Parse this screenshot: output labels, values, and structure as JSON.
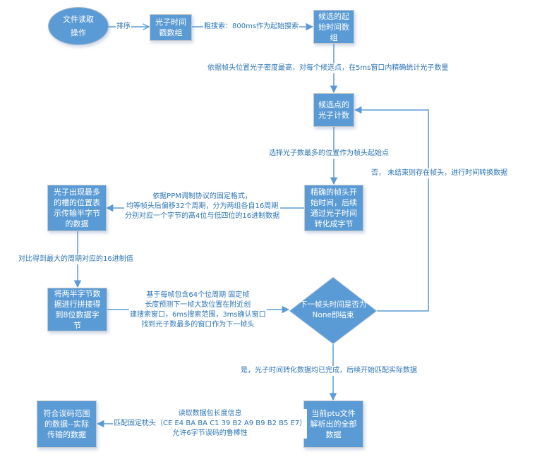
{
  "colors": {
    "node_fill": "#5b9bd5",
    "edge": "#5b9bd5",
    "label_text": "#2e75b6",
    "node_text": "#ffffff"
  },
  "nodes": {
    "start": "文件读取操作",
    "timestamps": "光子时间戳数组",
    "candidates": "候选的起始时间数组",
    "candidate_count": "候选点的光子计数",
    "precise_frame": "精确的帧头开始时间，后续通过光子时间转化成字节",
    "half_byte": "光子出现最多的槽的位置表示传输半字节的数据",
    "byte_concat": "将两半字节数据进行拼接得到8位数据字节",
    "decision": "下一帧头时间是否为None即结束",
    "all_data": "当前ptu文件解析出的全部数据",
    "result": "符合误码范围的数据--实际传输的数据"
  },
  "decision_lines": [
    "下一帧头时间是否为",
    "None即结束"
  ],
  "edge_labels": {
    "sort": "排序",
    "coarse_search": "粗搜索：800ms作为起始搜索",
    "density": "依据帧头位置光子密度最高，对每个候选点，在5ms窗口内精确统计光子数量",
    "select_max": "选择光子数最多的位置作为帧头起始点",
    "no_branch": "否，  未结束则存在帧头，进行时间转换数据",
    "ppm": [
      "依据PPM调制协议的固定格式，",
      "均等帧头后偏移32个周期，分为两组各自16周期",
      "分别对应一个字节的高4位与低四位的16进制数据"
    ],
    "compare_max": "对比得到最大的周期对应的16进制值",
    "predict_next": [
      "基于每帧包含64个位周期 固定帧",
      "长度预测下一帧大致位置在附近创",
      "建搜索窗口，6ms搜索范围，3ms确认窗口",
      "找到光子数最多的窗口作为下一帧头"
    ],
    "yes_branch": "是，光子时间转化数据均已完成，后续开始匹配实际数据",
    "match_header": [
      "读取数据包长度信息",
      "匹配固定枕头（CE E4 BA BA C1 39 B2 A9 B9 B2 B5 E7）",
      "允许6字节误码的鲁棒性"
    ]
  }
}
